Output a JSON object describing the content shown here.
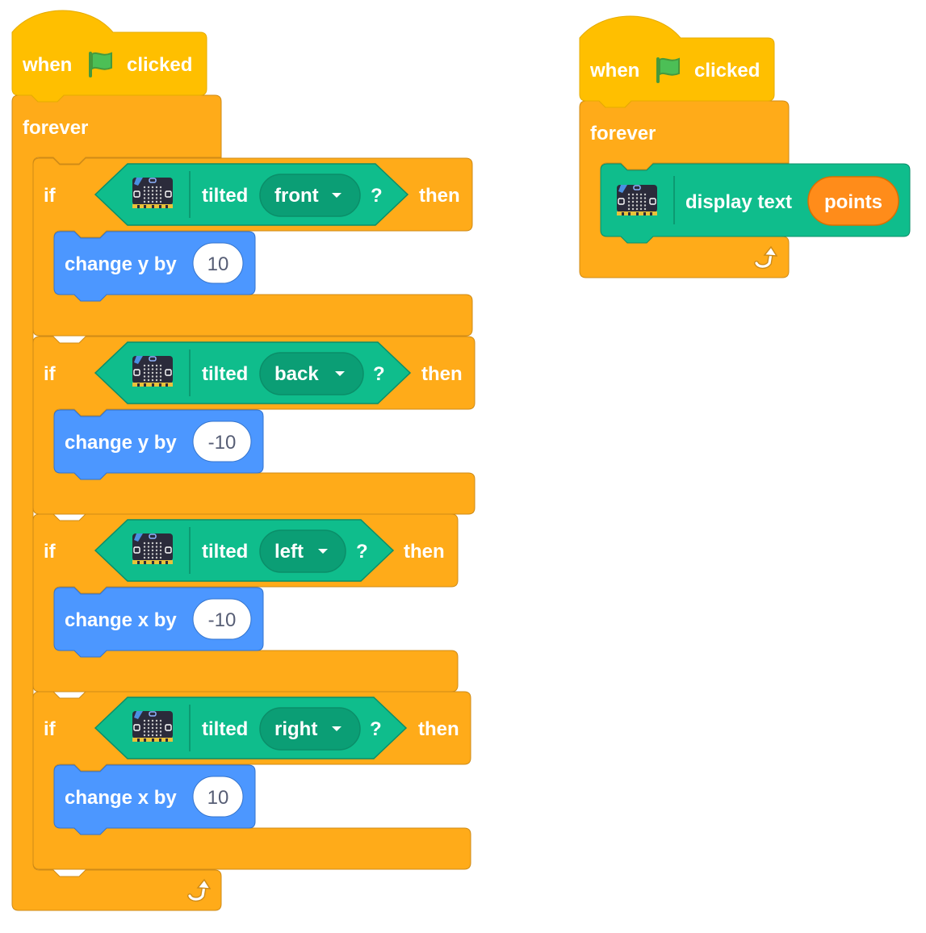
{
  "colors": {
    "events": "#ffbf00",
    "events_edge": "#e6ac00",
    "control": "#ffab19",
    "control_edge": "#cf8b17",
    "microbit": "#0fbd8c",
    "microbit_edge": "#0b8e69",
    "motion": "#4c97ff",
    "motion_edge": "#3373cc",
    "variable": "#ff8c1a",
    "input_text": "#575e75",
    "flag": "#4cbf56"
  },
  "script_left": {
    "hat": {
      "when": "when",
      "flag_icon": "green-flag-icon",
      "clicked": "clicked"
    },
    "loop": {
      "label": "forever",
      "loop_icon": "loop-arrow-icon"
    },
    "conditions": [
      {
        "if": "if",
        "sensor": "tilted",
        "direction": "front",
        "question": "?",
        "then": "then",
        "action": "change y by",
        "value": "10"
      },
      {
        "if": "if",
        "sensor": "tilted",
        "direction": "back",
        "question": "?",
        "then": "then",
        "action": "change y by",
        "value": "-10"
      },
      {
        "if": "if",
        "sensor": "tilted",
        "direction": "left",
        "question": "?",
        "then": "then",
        "action": "change x by",
        "value": "-10"
      },
      {
        "if": "if",
        "sensor": "tilted",
        "direction": "right",
        "question": "?",
        "then": "then",
        "action": "change x by",
        "value": "10"
      }
    ]
  },
  "script_right": {
    "hat": {
      "when": "when",
      "flag_icon": "green-flag-icon",
      "clicked": "clicked"
    },
    "loop": {
      "label": "forever",
      "loop_icon": "loop-arrow-icon"
    },
    "display": {
      "label": "display text",
      "variable": "points"
    }
  }
}
